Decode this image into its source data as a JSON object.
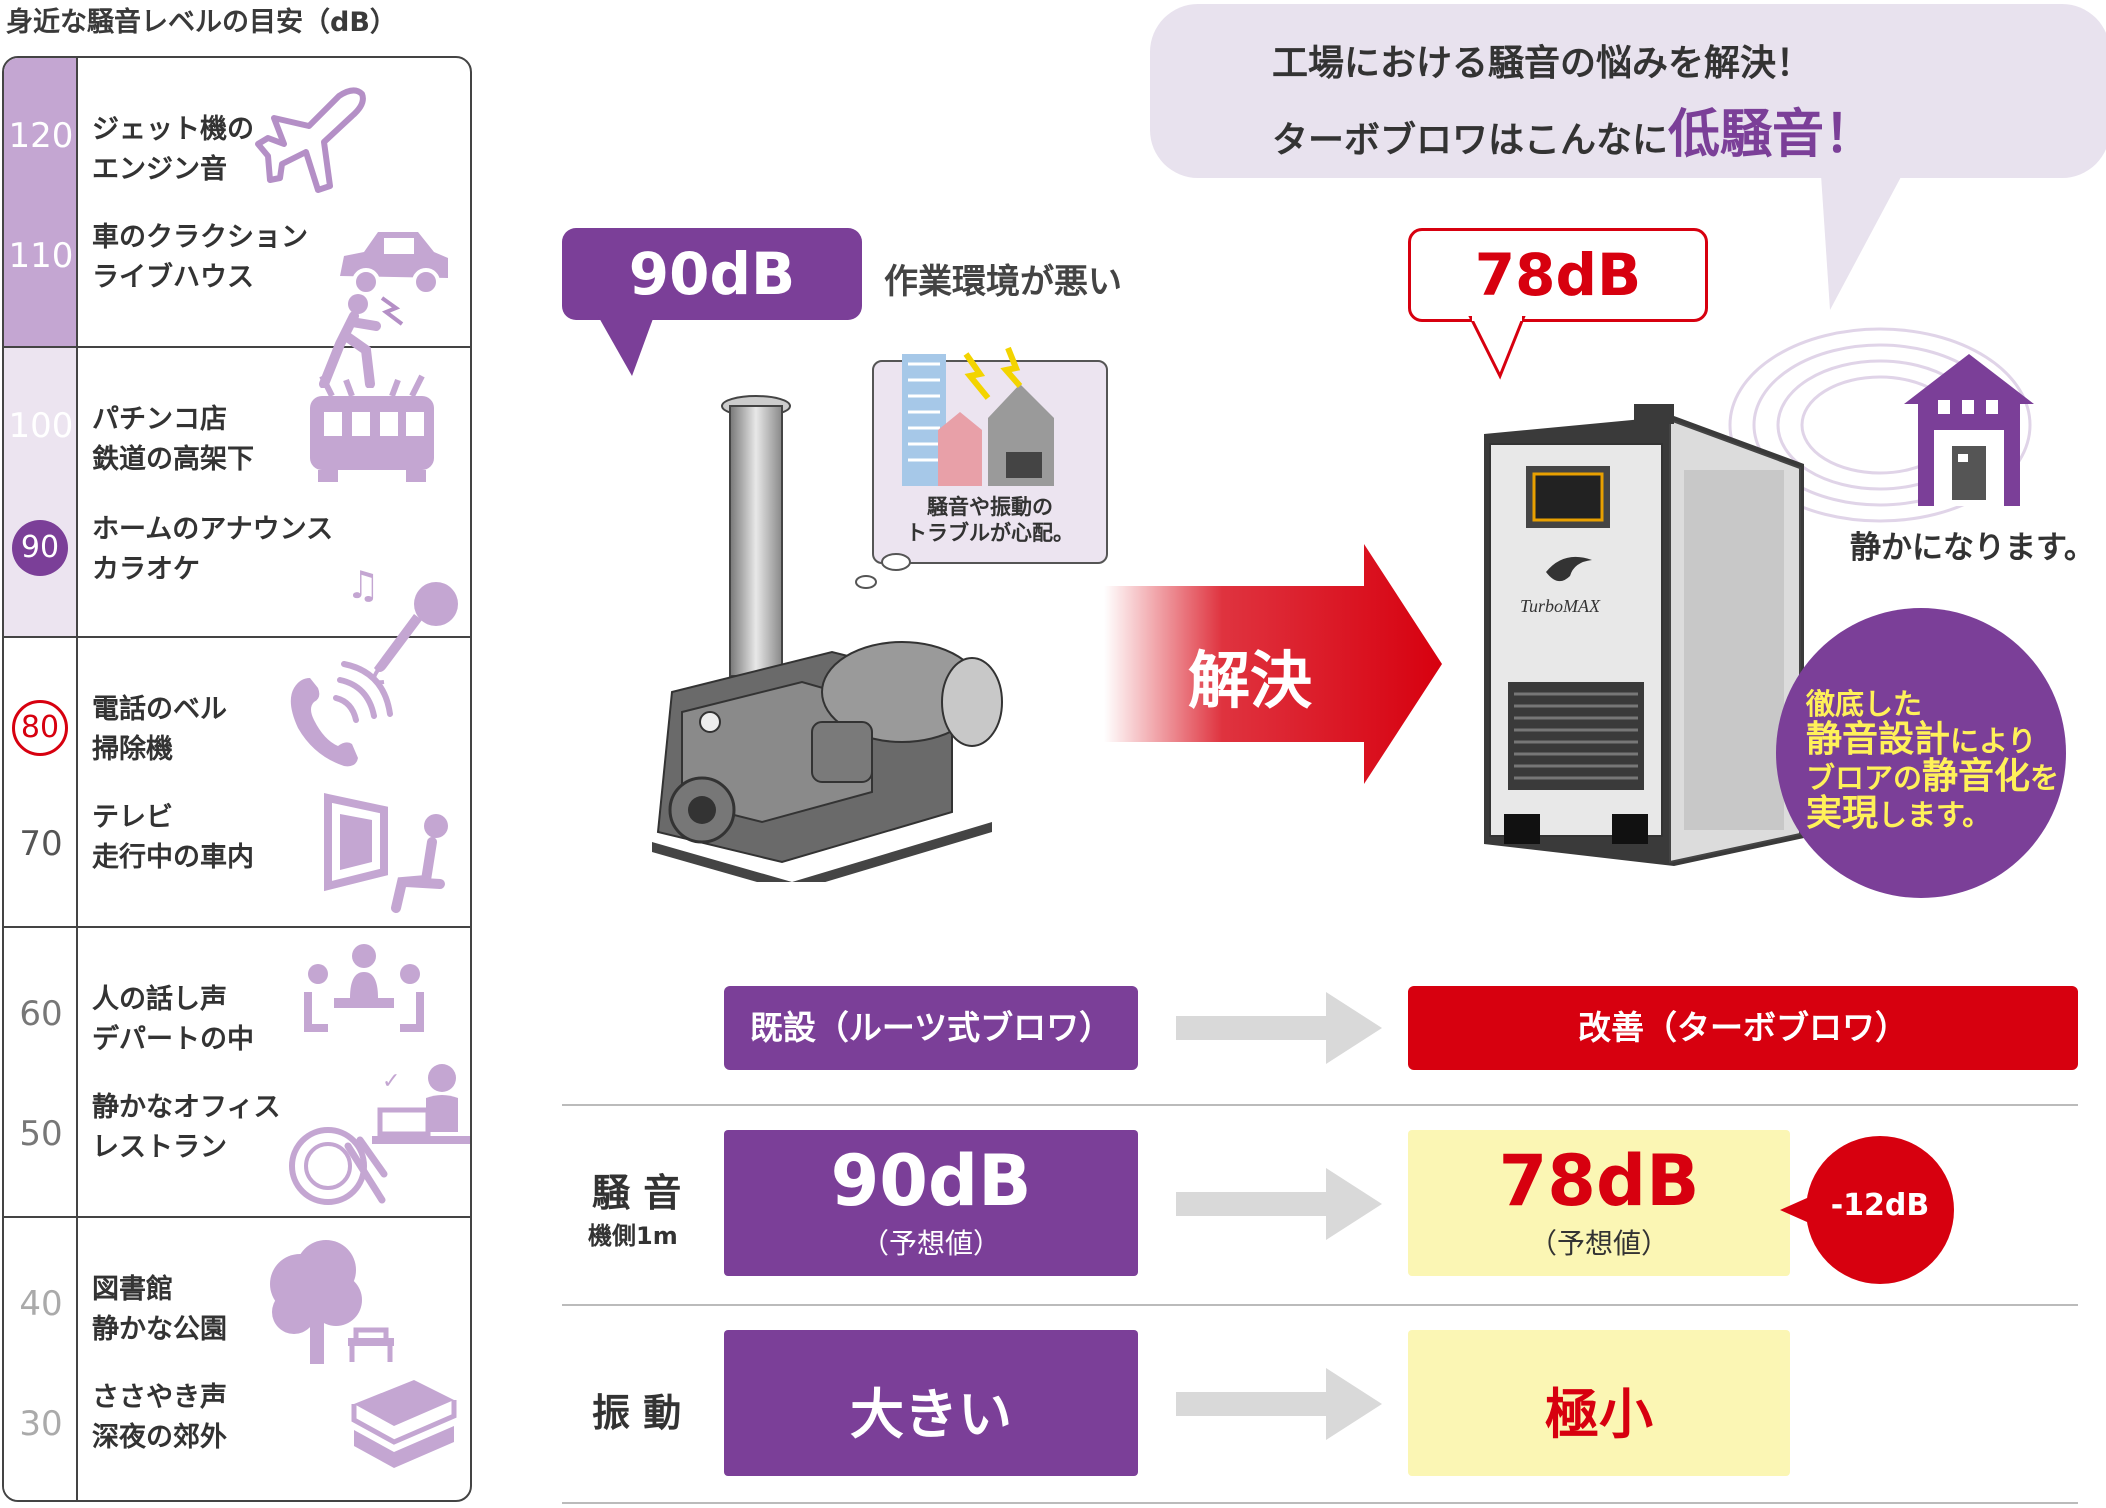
{
  "scale": {
    "title": "身近な騒音レベルの目安（dB）",
    "levels": [
      {
        "value": "120",
        "style": "light",
        "text": [
          "ジェット機の",
          "エンジン音"
        ]
      },
      {
        "value": "110",
        "style": "light",
        "text": [
          "車のクラクション",
          "ライブハウス"
        ]
      },
      {
        "value": "100",
        "style": "light",
        "text": [
          "パチンコ店",
          "鉄道の高架下"
        ]
      },
      {
        "value": "90",
        "style": "circle-purple",
        "text": [
          "ホームのアナウンス",
          "カラオケ"
        ]
      },
      {
        "value": "80",
        "style": "circle-red",
        "text": [
          "電話のベル",
          "掃除機"
        ]
      },
      {
        "value": "70",
        "style": "plain",
        "text": [
          "テレビ",
          "走行中の車内"
        ]
      },
      {
        "value": "60",
        "style": "gray",
        "text": [
          "人の話し声",
          "デパートの中"
        ]
      },
      {
        "value": "50",
        "style": "gray",
        "text": [
          "静かなオフィス",
          "レストラン"
        ]
      },
      {
        "value": "40",
        "style": "lightgray",
        "text": [
          "図書館",
          "静かな公園"
        ]
      },
      {
        "value": "30",
        "style": "lightgray",
        "text": [
          "ささやき声",
          "深夜の郊外"
        ]
      }
    ]
  },
  "banner": {
    "line1": "工場における騒音の悩みを解決！",
    "line2_prefix": "ターボブロワはこんなに",
    "line2_emphasis": "低騒音！"
  },
  "before": {
    "db": "90dB",
    "caption": "作業環境が悪い",
    "thought_line1": "騒音や振動の",
    "thought_line2": "トラブルが心配。"
  },
  "arrow_label": "解決",
  "after": {
    "db": "78dB",
    "quiet_caption": "静かになります。",
    "brand": "TurboMAX",
    "circle_lines": [
      {
        "parts": [
          {
            "t": "徹底した",
            "hl": false
          }
        ]
      },
      {
        "parts": [
          {
            "t": "静音設計",
            "hl": true
          },
          {
            "t": "により",
            "hl": false
          }
        ]
      },
      {
        "parts": [
          {
            "t": "ブロアの",
            "hl": false
          },
          {
            "t": "静音化",
            "hl": true
          },
          {
            "t": "を",
            "hl": false
          }
        ]
      },
      {
        "parts": [
          {
            "t": "実現",
            "hl": true
          },
          {
            "t": "します。",
            "hl": false
          }
        ]
      }
    ]
  },
  "comparison": {
    "header_before": "既設（ルーツ式ブロワ）",
    "header_after": "改善（ターボブロワ）",
    "noise_label": "騒 音",
    "noise_sublabel": "機側1m",
    "noise_before": "90dB",
    "noise_before_note": "（予想値）",
    "noise_after": "78dB",
    "noise_after_note": "（予想値）",
    "noise_diff": "-12dB",
    "vibration_label": "振 動",
    "vibration_before": "大きい",
    "vibration_after": "極小"
  },
  "colors": {
    "purple": "#7b3f98",
    "light_purple": "#c4a6d2",
    "red": "#d7000f",
    "yellow": "#fbf6b4",
    "highlight": "#fff159"
  }
}
